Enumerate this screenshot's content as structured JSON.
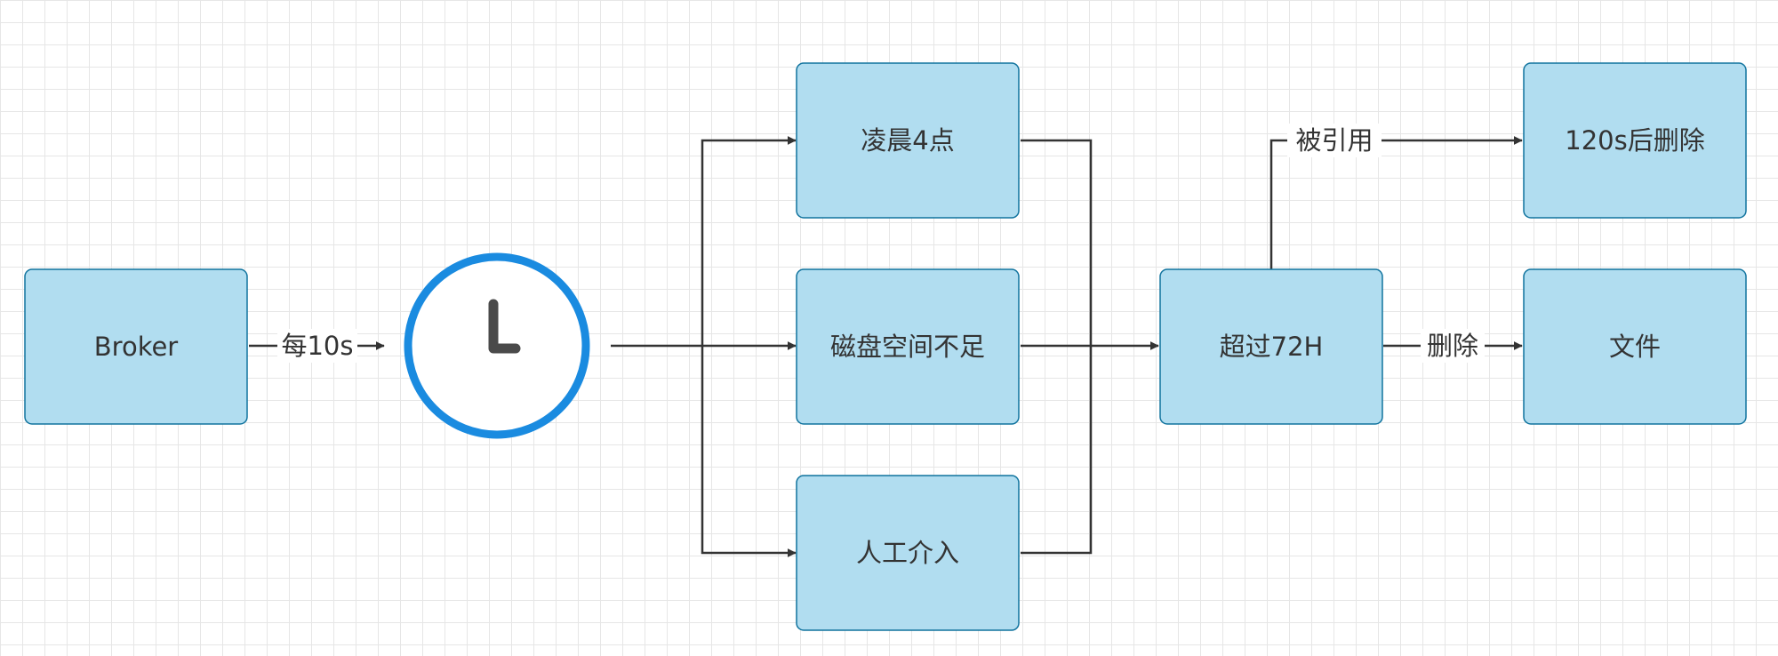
{
  "nodes": {
    "broker": "Broker",
    "morning": "凌晨4点",
    "disk": "磁盘空间不足",
    "manual": "人工介入",
    "over72": "超过72H",
    "delete120": "120s后删除",
    "file": "文件"
  },
  "edges": {
    "every10s": "每10s",
    "referenced": "被引用",
    "delete": "删除"
  },
  "icons": {
    "timer": "clock-icon"
  },
  "colors": {
    "node_fill": "#b1ddf0",
    "node_stroke": "#10739e",
    "clock_ring": "#1a8be0",
    "clock_hands": "#4a4a4a",
    "edge": "#333333"
  }
}
